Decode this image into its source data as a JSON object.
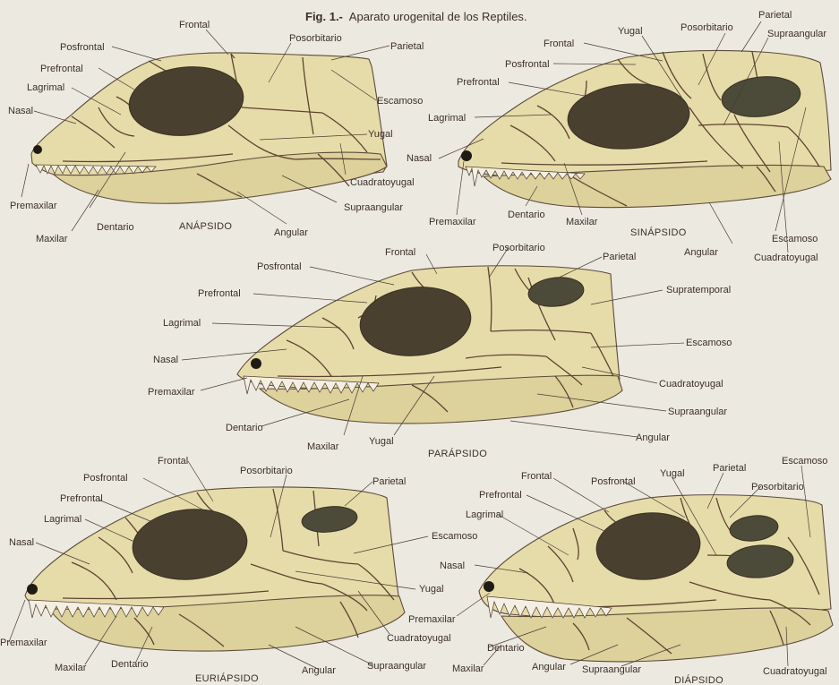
{
  "figure": {
    "number": "Fig. 1.-",
    "caption": "Aparato urogenital de los Reptiles."
  },
  "skulls": [
    {
      "id": "anapsido",
      "title": "ANÁPSIDO",
      "labels": [
        "Frontal",
        "Posorbitario",
        "Posfrontal",
        "Parietal",
        "Prefrontal",
        "Lagrimal",
        "Escamoso",
        "Nasal",
        "Yugal",
        "Cuadratoyugal",
        "Premaxilar",
        "Supraangular",
        "Dentario",
        "Maxilar",
        "Angular"
      ]
    },
    {
      "id": "sinapsido",
      "title": "SINÁPSIDO",
      "labels": [
        "Yugal",
        "Posorbitario",
        "Parietal",
        "Supraangular",
        "Frontal",
        "Posfrontal",
        "Prefrontal",
        "Lagrimal",
        "Nasal",
        "Premaxilar",
        "Dentario",
        "Maxilar",
        "Angular",
        "Escamoso",
        "Cuadratoyugal"
      ]
    },
    {
      "id": "parapsido",
      "title": "PARÁPSIDO",
      "labels": [
        "Frontal",
        "Posorbitario",
        "Posfrontal",
        "Parietal",
        "Supratemporal",
        "Prefrontal",
        "Lagrimal",
        "Escamoso",
        "Nasal",
        "Cuadratoyugal",
        "Premaxilar",
        "Supraangular",
        "Dentario",
        "Angular",
        "Maxilar",
        "Yugal"
      ]
    },
    {
      "id": "euriapsido",
      "title": "EURIÁPSIDO",
      "labels": [
        "Frontal",
        "Posfrontal",
        "Posorbitario",
        "Parietal",
        "Prefrontal",
        "Lagrimal",
        "Escamoso",
        "Nasal",
        "Yugal",
        "Cuadratoyugal",
        "Premaxilar",
        "Dentario",
        "Maxilar",
        "Angular",
        "Supraangular"
      ]
    },
    {
      "id": "diapsido",
      "title": "DIÁPSIDO",
      "labels": [
        "Frontal",
        "Posfrontal",
        "Yugal",
        "Parietal",
        "Escamoso",
        "Prefrontal",
        "Posorbitario",
        "Lagrimal",
        "Nasal",
        "Premaxilar",
        "Dentario",
        "Maxilar",
        "Angular",
        "Supraangular",
        "Cuadratoyugal"
      ]
    }
  ]
}
